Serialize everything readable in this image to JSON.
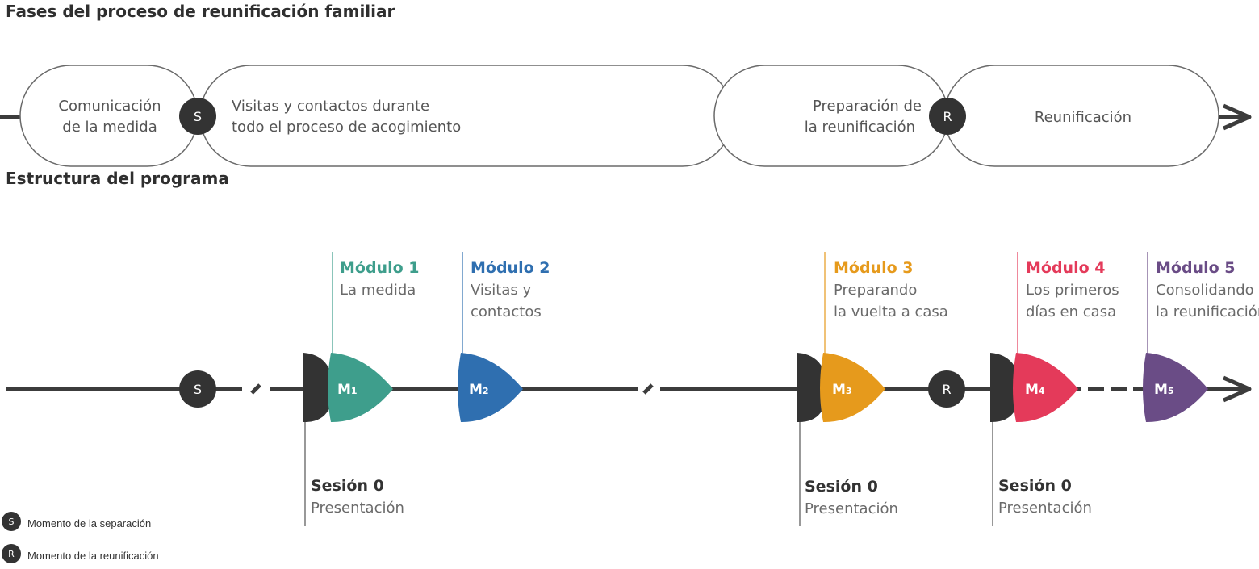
{
  "headings": {
    "phases": "Fases del proceso de reunificación familiar",
    "structure": "Estructura del programa"
  },
  "phases": [
    {
      "lines": [
        "Comunicación",
        "de la medida"
      ]
    },
    {
      "lines": [
        "Visitas y contactos durante",
        "todo el proceso de acogimiento"
      ]
    },
    {
      "lines": [
        "Preparación de",
        "la reunificación"
      ]
    },
    {
      "lines": [
        "Reunificación"
      ]
    }
  ],
  "markers": {
    "separation": "S",
    "reunification": "R"
  },
  "modules": [
    {
      "badge": "M",
      "num": "1",
      "title": "Módulo 1",
      "lines": [
        "La medida"
      ],
      "color": "#3e9e8c"
    },
    {
      "badge": "M",
      "num": "2",
      "title": "Módulo 2",
      "lines": [
        "Visitas y",
        "contactos"
      ],
      "color": "#2f6fb0"
    },
    {
      "badge": "M",
      "num": "3",
      "title": "Módulo 3",
      "lines": [
        "Preparando",
        "la vuelta a casa"
      ],
      "color": "#e69a1c"
    },
    {
      "badge": "M",
      "num": "4",
      "title": "Módulo 4",
      "lines": [
        "Los primeros",
        "días en casa"
      ],
      "color": "#e43a5a"
    },
    {
      "badge": "M",
      "num": "5",
      "title": "Módulo 5",
      "lines": [
        "Consolidando",
        "la reunificación"
      ],
      "color": "#6a4c86"
    }
  ],
  "sessions": [
    {
      "title": "Sesión 0",
      "subtitle": "Presentación"
    },
    {
      "title": "Sesión 0",
      "subtitle": "Presentación"
    },
    {
      "title": "Sesión 0",
      "subtitle": "Presentación"
    }
  ],
  "legend": [
    {
      "letter": "S",
      "text": "Momento de la separación"
    },
    {
      "letter": "R",
      "text": "Momento de la reunificación"
    }
  ],
  "colors": {
    "line": "#3c3c3c",
    "node": "#333333",
    "session_tab": "#333333",
    "pill_border": "#6a6a6a"
  }
}
